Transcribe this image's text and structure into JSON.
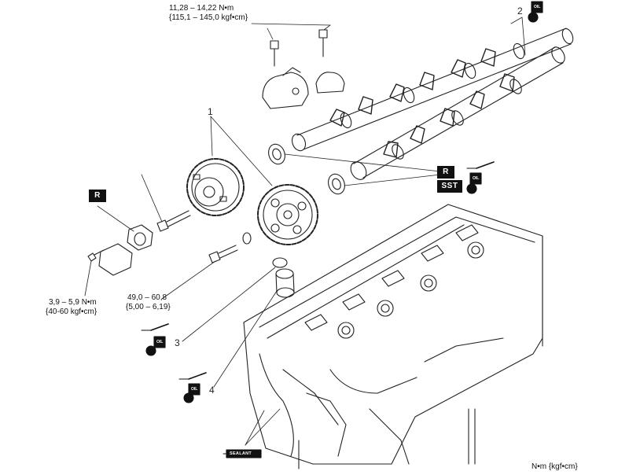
{
  "torque": {
    "bolt_top_line1": "11,28 – 14,22 N•m",
    "bolt_top_line2": "{115,1 – 145,0 kgf•cm}",
    "cover_line1": "3,9 – 5,9 N•m",
    "cover_line2": "{40-60 kgf•cm}",
    "sprocket_line1": "49,0 – 60,8",
    "sprocket_line2": "{5,00 – 6,19}"
  },
  "callouts": [
    "1",
    "2",
    "3",
    "4"
  ],
  "symbols": {
    "replace": "R",
    "sst": "SST",
    "oil": "OIL",
    "sealant": "SEALANT"
  },
  "units_note": "N•m {kgf•cm}",
  "colors": {
    "ink": "#111111",
    "paper": "#ffffff"
  }
}
